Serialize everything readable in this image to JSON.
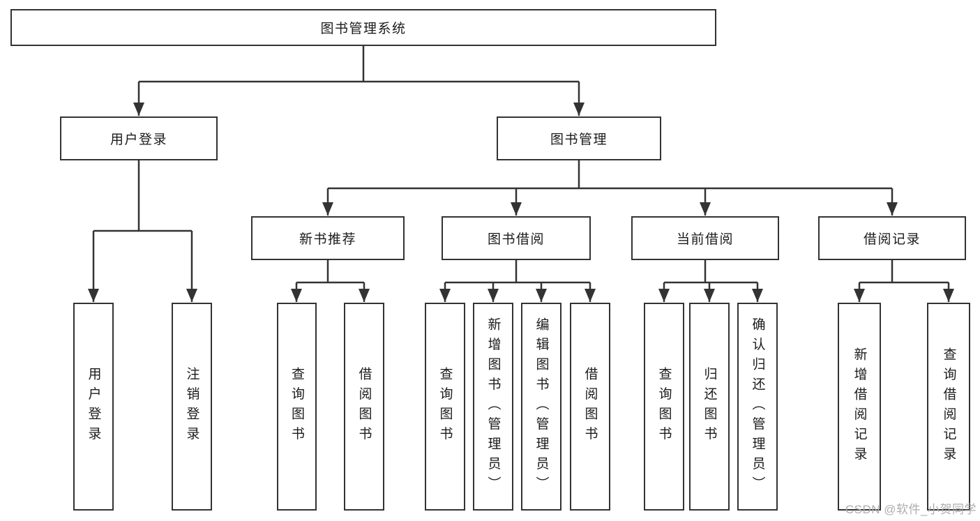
{
  "diagram": {
    "type": "hierarchy-tree",
    "orientation": "top-down",
    "tree": {
      "label": "图书管理系统",
      "children": [
        {
          "label": "用户登录",
          "children": [
            {
              "label": "用户登录"
            },
            {
              "label": "注销登录"
            }
          ]
        },
        {
          "label": "图书管理",
          "children": [
            {
              "label": "新书推荐",
              "children": [
                {
                  "label": "查询图书"
                },
                {
                  "label": "借阅图书"
                }
              ]
            },
            {
              "label": "图书借阅",
              "children": [
                {
                  "label": "查询图书"
                },
                {
                  "label": "新增图书（管理员）"
                },
                {
                  "label": "编辑图书（管理员）"
                },
                {
                  "label": "借阅图书"
                }
              ]
            },
            {
              "label": "当前借阅",
              "children": [
                {
                  "label": "查询图书"
                },
                {
                  "label": "归还图书"
                },
                {
                  "label": "确认归还（管理员）"
                }
              ]
            },
            {
              "label": "借阅记录",
              "children": [
                {
                  "label": "新增借阅记录"
                },
                {
                  "label": "查询借阅记录"
                }
              ]
            }
          ]
        }
      ]
    },
    "colors": {
      "background": "#ffffff",
      "box_border": "#333333",
      "connector": "#333333",
      "text": "#1b1b1b",
      "watermark": "#adadad"
    }
  },
  "watermark": {
    "text": "CSDN @软件_小贺同学"
  }
}
